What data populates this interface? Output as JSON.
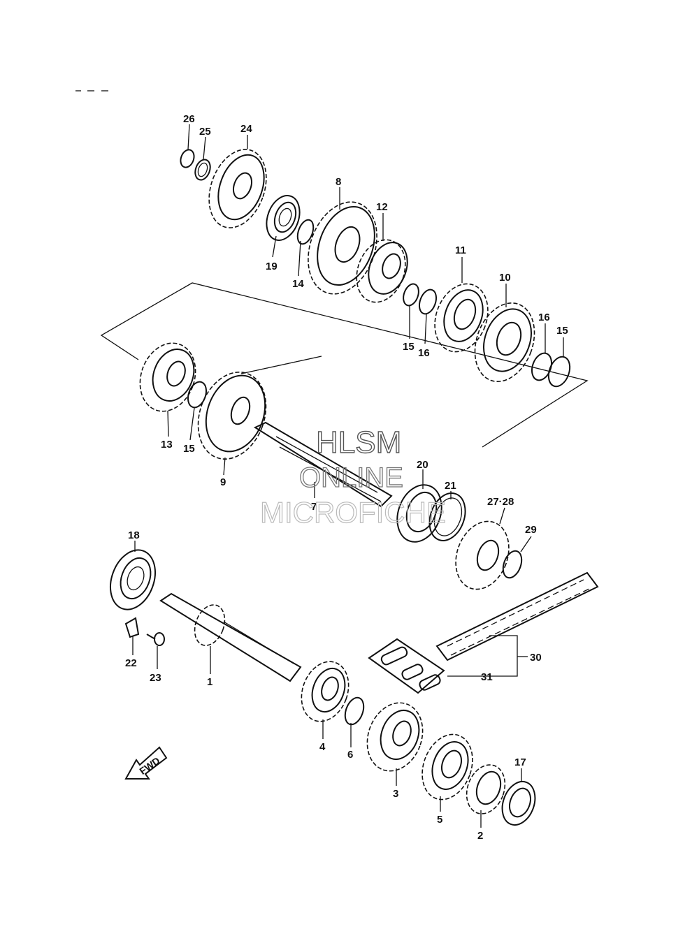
{
  "watermark": {
    "line1": "HLSM",
    "line2": "ONLINE",
    "line3": "MICROFICHE"
  },
  "direction_label": "FWD",
  "part_labels": {
    "p1": "1",
    "p2": "2",
    "p3": "3",
    "p4": "4",
    "p5": "5",
    "p6": "6",
    "p7": "7",
    "p8": "8",
    "p9": "9",
    "p10": "10",
    "p11": "11",
    "p12": "12",
    "p13": "13",
    "p14": "14",
    "p15a": "15",
    "p15b": "15",
    "p15c": "15",
    "p16a": "16",
    "p16b": "16",
    "p17": "17",
    "p18": "18",
    "p19": "19",
    "p20": "20",
    "p21": "21",
    "p22": "22",
    "p23": "23",
    "p24": "24",
    "p25": "25",
    "p26": "26",
    "p2728": "27·28",
    "p29": "29",
    "p30": "30",
    "p31": "31"
  }
}
